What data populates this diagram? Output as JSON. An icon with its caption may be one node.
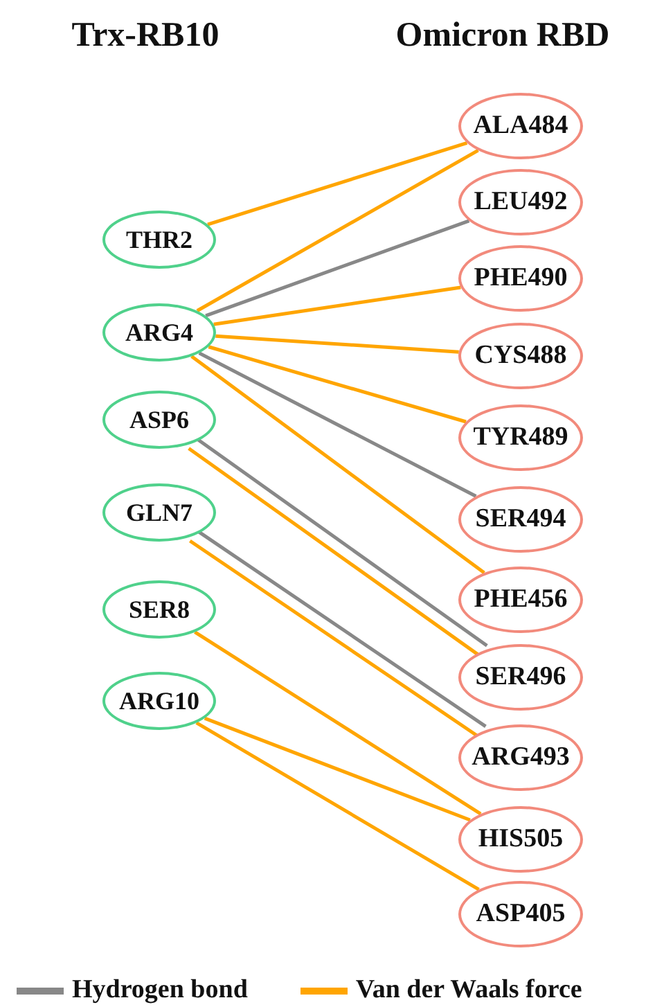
{
  "diagram": {
    "nodes": [
      {
        "text": [
          "THR2"
        ]
      },
      {
        "text": [
          "ARG4"
        ]
      },
      {
        "text": [
          "ASP6"
        ]
      },
      {
        "text": [
          "GLN7"
        ]
      },
      {
        "text": [
          "SER8"
        ]
      },
      {
        "text": [
          "ARG10"
        ]
      },
      {
        "text": [
          "ALA484"
        ]
      },
      {
        "text": [
          "LEU492"
        ]
      },
      {
        "text": [
          "PHE490"
        ]
      },
      {
        "text": [
          "CYS488"
        ]
      },
      {
        "text": [
          "TYR489"
        ]
      },
      {
        "text": [
          "SER494"
        ]
      },
      {
        "text": [
          "PHE456"
        ]
      },
      {
        "text": [
          "SER496"
        ]
      },
      {
        "text": [
          "ARG493"
        ]
      },
      {
        "text": [
          "HIS505"
        ]
      },
      {
        "text": [
          "ASP405"
        ]
      }
    ],
    "edges": [
      {
        "from": 0,
        "to": 6,
        "arrow": "none"
      },
      {
        "from": 1,
        "to": 6,
        "arrow": "none"
      },
      {
        "from": 1,
        "to": 7,
        "arrow": "none",
        "color": "#888888"
      },
      {
        "from": 1,
        "to": 8,
        "arrow": "none"
      },
      {
        "from": 1,
        "to": 9,
        "arrow": "none"
      },
      {
        "from": 1,
        "to": 10,
        "arrow": "none"
      },
      {
        "from": 1,
        "to": 11,
        "arrow": "none",
        "color": "#888888"
      },
      {
        "from": 1,
        "to": 12,
        "arrow": "none"
      },
      {
        "from": 2,
        "to": 13,
        "arrow": "none"
      },
      {
        "from": 2,
        "to": 13,
        "arrow": "none",
        "color": "#888888"
      },
      {
        "from": 3,
        "to": 14,
        "arrow": "none"
      },
      {
        "from": 3,
        "to": 14,
        "arrow": "none",
        "color": "#888888"
      },
      {
        "from": 4,
        "to": 15,
        "arrow": "none"
      },
      {
        "from": 5,
        "to": 15,
        "arrow": "none"
      },
      {
        "from": 5,
        "to": 16,
        "arrow": "none"
      }
    ],
    "labels": [
      "Trx-RB10",
      "Omicron RBD"
    ],
    "legend": [
      {
        "text": "Hydrogen bond",
        "color": "#888888"
      },
      {
        "text": "Van der Waals force",
        "color": "#ffa500"
      }
    ]
  }
}
